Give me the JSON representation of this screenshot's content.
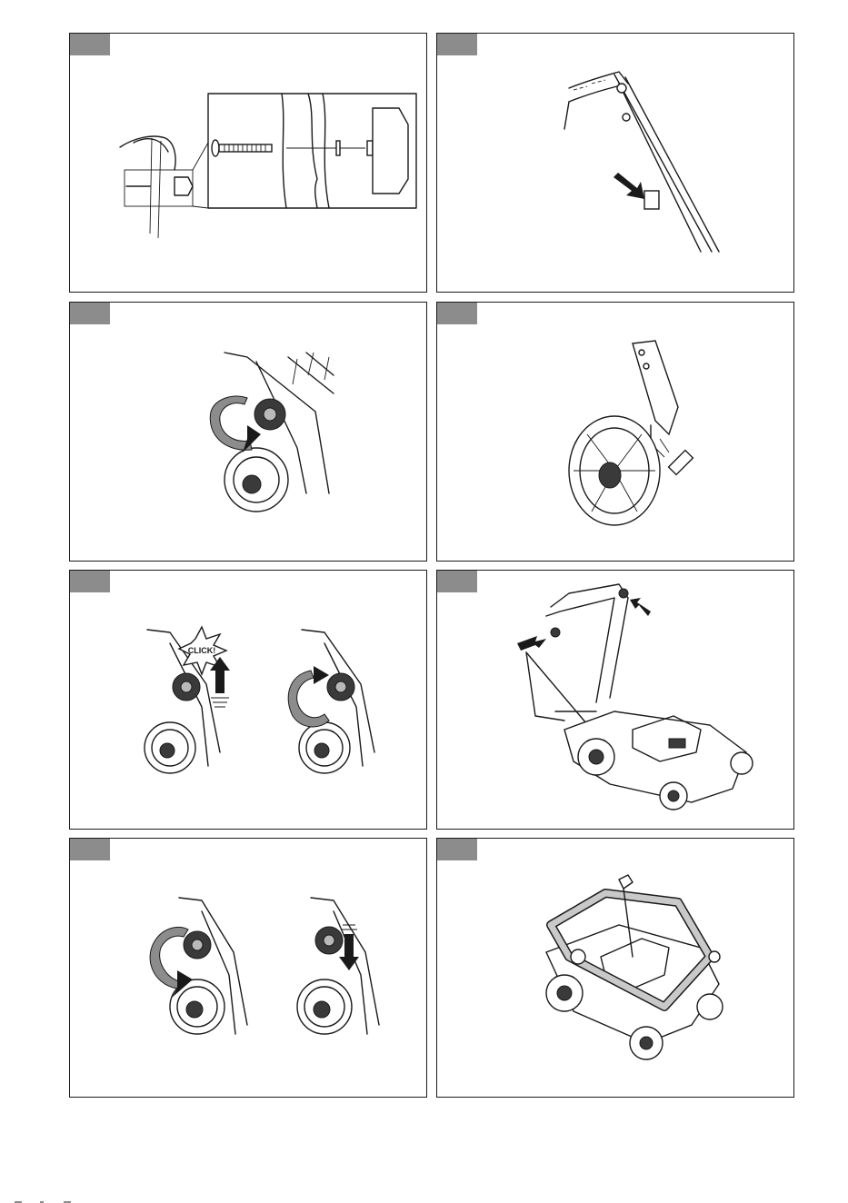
{
  "page": {
    "figures": [
      {
        "id": "fig-1",
        "content": "bolt-assembly"
      },
      {
        "id": "fig-2",
        "content": "cable-clip"
      },
      {
        "id": "fig-3",
        "content": "height-knob-turn"
      },
      {
        "id": "fig-4",
        "content": "wheel-height-adjust"
      },
      {
        "id": "fig-5",
        "content": "knob-click-and-tighten"
      },
      {
        "id": "fig-6",
        "content": "mower-handle-knobs"
      },
      {
        "id": "fig-7",
        "content": "knob-loosen-and-lower"
      },
      {
        "id": "fig-8",
        "content": "mower-folded-handle"
      }
    ],
    "callouts": {
      "click_label": "CLICK!"
    },
    "colors": {
      "tab": "#8c8c8c",
      "line": "#1a1a1a",
      "arrow-fill": "#8c8c8c"
    }
  }
}
